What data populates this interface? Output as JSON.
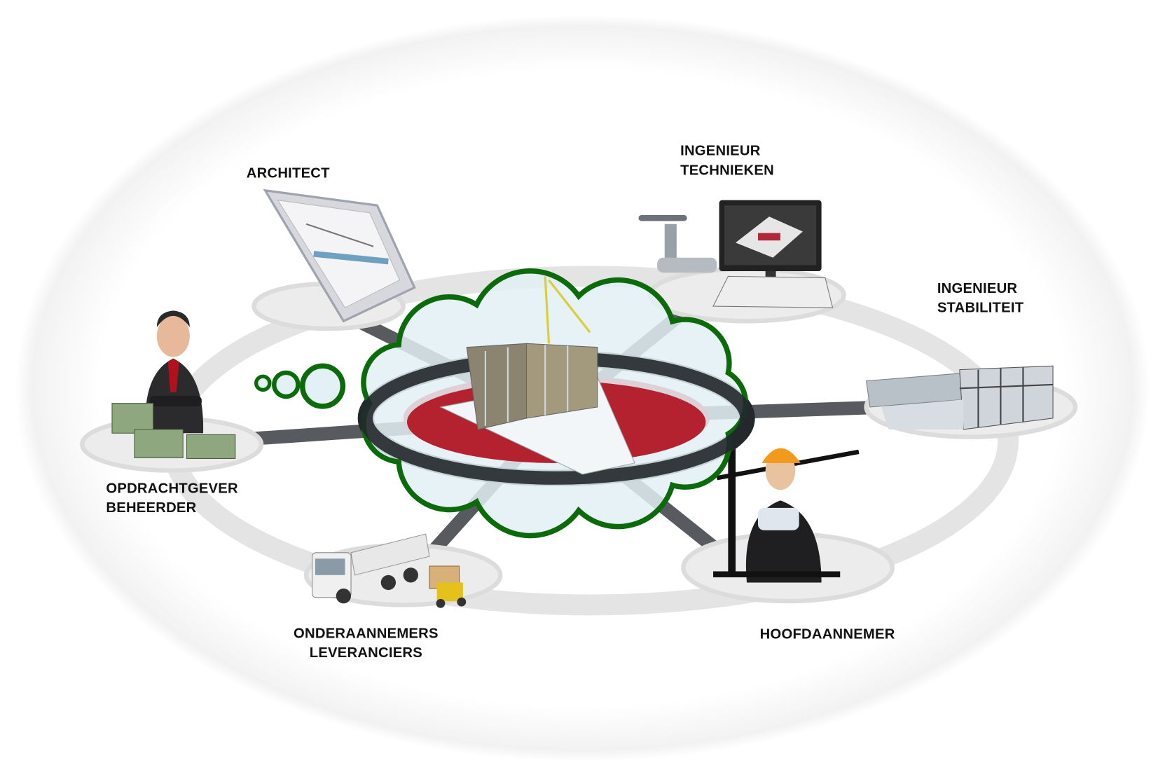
{
  "roles": {
    "architect": {
      "line1": "ARCHITECT"
    },
    "techniques": {
      "line1": "INGENIEUR",
      "line2": "TECHNIEKEN"
    },
    "stability": {
      "line1": "INGENIEUR",
      "line2": "STABILITEIT"
    },
    "client": {
      "line1": "OPDRACHTGEVER",
      "line2": "BEHEERDER"
    },
    "subcontractors": {
      "line1": "ONDERAANNEMERS",
      "line2": "LEVERANCIERS"
    },
    "main_contractor": {
      "line1": "HOOFDAANNEMER"
    }
  },
  "colors": {
    "cloud_stroke": "#0b6b0b",
    "cloud_fill": "#e3f0f5",
    "hub_red": "#b5222f",
    "hub_ring": "#22282c",
    "ring_gray": "#e4e4e4"
  }
}
